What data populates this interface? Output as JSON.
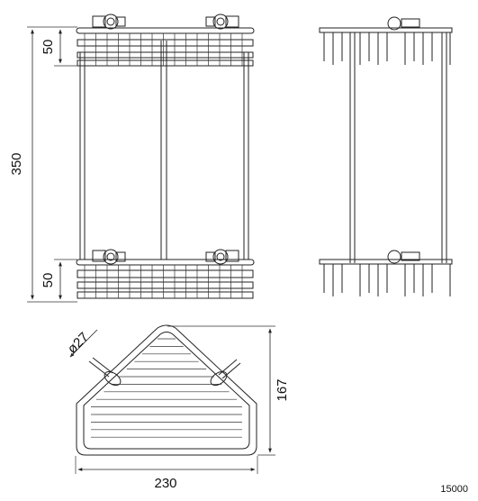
{
  "dimensions": {
    "height_total": "350",
    "top_basket_height": "50",
    "bottom_basket_height": "50",
    "width": "230",
    "depth": "167",
    "diameter": "ø27"
  },
  "product_code": "15000",
  "colors": {
    "line": "#222222",
    "background": "#ffffff"
  }
}
